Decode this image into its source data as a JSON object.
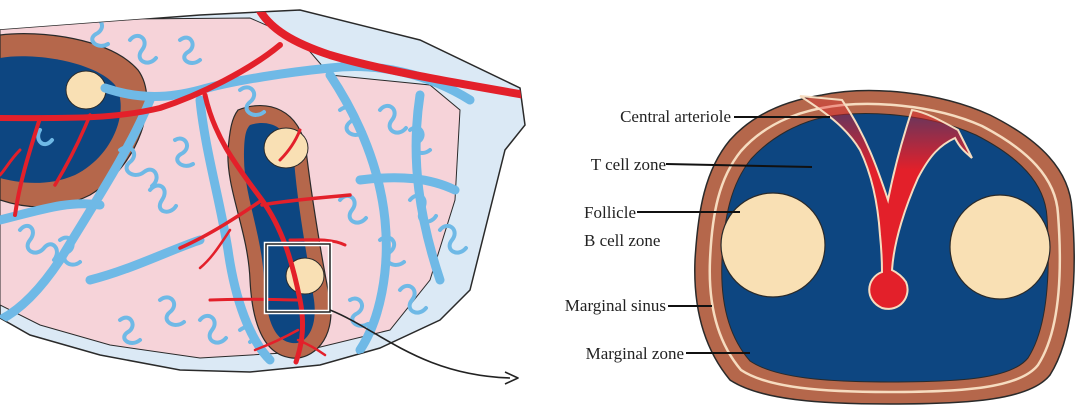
{
  "labels": {
    "central_arteriole": "Central arteriole",
    "t_cell_zone": "T cell zone",
    "follicle": "Follicle",
    "b_cell_zone": "B cell zone",
    "marginal_sinus": "Marginal sinus",
    "marginal_zone": "Marginal zone"
  },
  "colors": {
    "red_pulp_pink": "#f6d3d9",
    "capsule_light_blue": "#dbe9f5",
    "sinus_blue": "#6fb9e6",
    "white_pulp_blue": "#0d4681",
    "marginal_zone_brown": "#b5674b",
    "follicle_cream": "#f9e0b4",
    "arteriole_red": "#e3202a",
    "outline": "#2a2a2a"
  }
}
